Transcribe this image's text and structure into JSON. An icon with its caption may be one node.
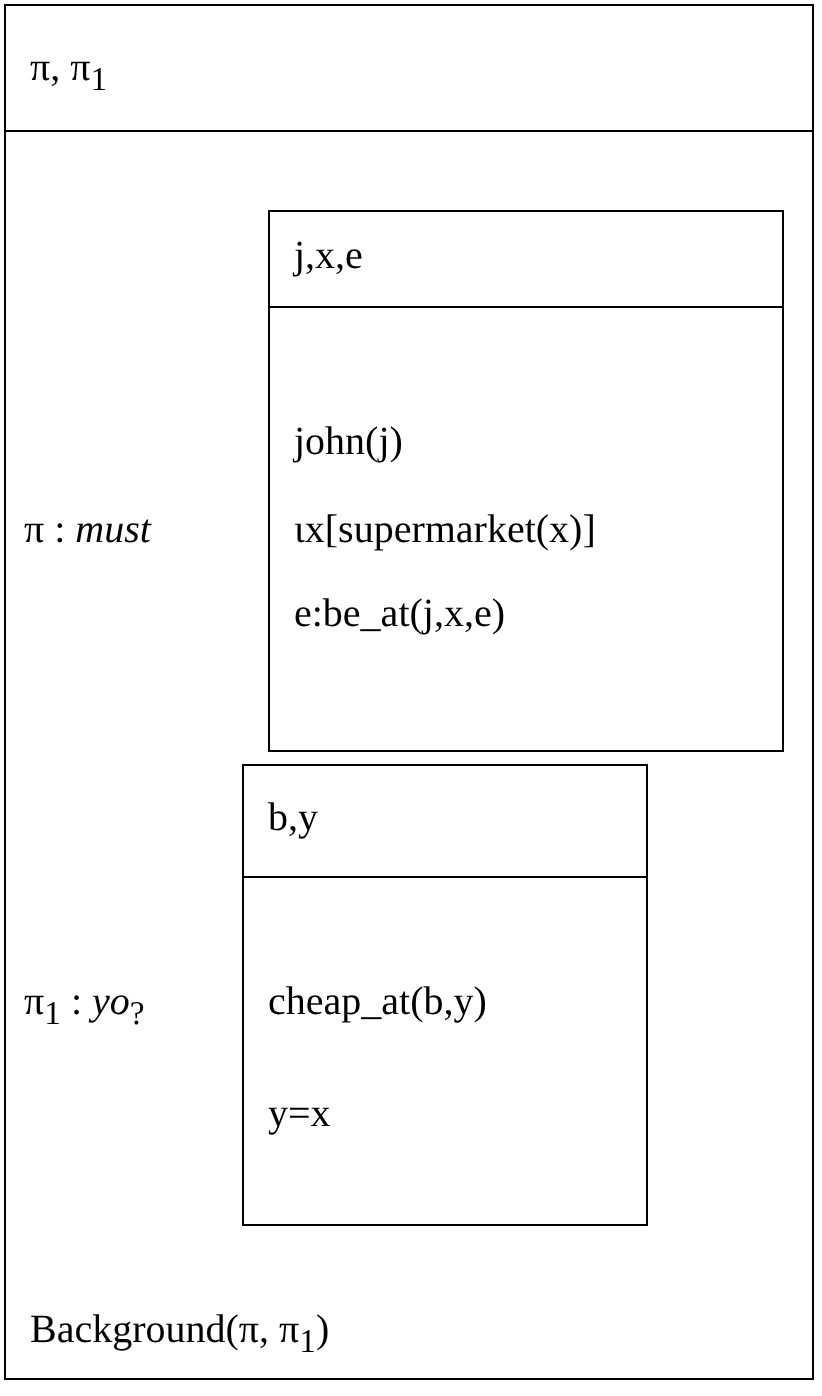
{
  "diagram": {
    "nodes": [
      {
        "text": [
          "π, π$_{1}$",
          "Background(π, π$_{1}$)"
        ]
      },
      {
        "text": [
          "j,x,e",
          "john(j)",
          "ιx[supermarket(x)]",
          "e:be_at(j,x,e)"
        ],
        "in": 0,
        "beside": [
          "π : *must*"
        ]
      },
      {
        "text": [
          "b,y",
          "cheap_at(b,y)",
          "y=x"
        ],
        "in": 0,
        "beside": [
          "π$_{1}$ : *yo*$_{?}$"
        ]
      }
    ]
  }
}
